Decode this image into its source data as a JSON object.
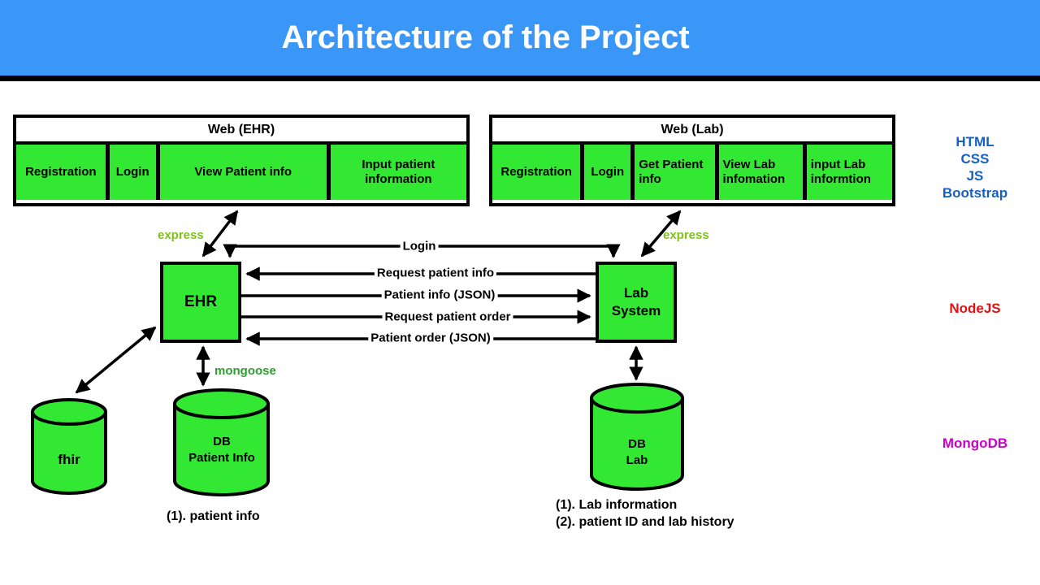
{
  "header": {
    "title": "Architecture of the Project"
  },
  "web_ehr": {
    "title": "Web (EHR)",
    "cells": [
      "Registration",
      "Login",
      "View Patient info",
      "Input patient information"
    ]
  },
  "web_lab": {
    "title": "Web (Lab)",
    "cells": [
      "Registration",
      "Login",
      "Get Patient info",
      "View Lab infomation",
      "input Lab informtion"
    ]
  },
  "nodes": {
    "ehr": "EHR",
    "lab_system": [
      "Lab",
      "System"
    ],
    "fhir": "fhir",
    "db_patient": [
      "DB",
      "Patient Info"
    ],
    "db_lab": [
      "DB",
      "Lab"
    ]
  },
  "edges": {
    "login": "Login",
    "request_patient_info": "Request patient info",
    "patient_info_json": "Patient info (JSON)",
    "request_patient_order": "Request patient order",
    "patient_order_json": "Patient order (JSON)",
    "express_left": "express",
    "express_right": "express",
    "mongoose": "mongoose"
  },
  "notes": {
    "patient_db": "(1). patient info",
    "lab_db_1": "(1). Lab information",
    "lab_db_2": "(2). patient ID and lab history"
  },
  "tech_stack": {
    "frontend": [
      "HTML",
      "CSS",
      "JS",
      "Bootstrap"
    ],
    "backend": "NodeJS",
    "database": "MongoDB"
  },
  "colors": {
    "banner_blue": "#3b97f7",
    "node_green": "#33e833",
    "express_green": "#7cc414",
    "mongoose_green": "#2f9e30",
    "frontend_blue": "#1560c2",
    "backend_red": "#e01212",
    "database_magenta": "#cc00cc",
    "line_black": "#000000"
  }
}
